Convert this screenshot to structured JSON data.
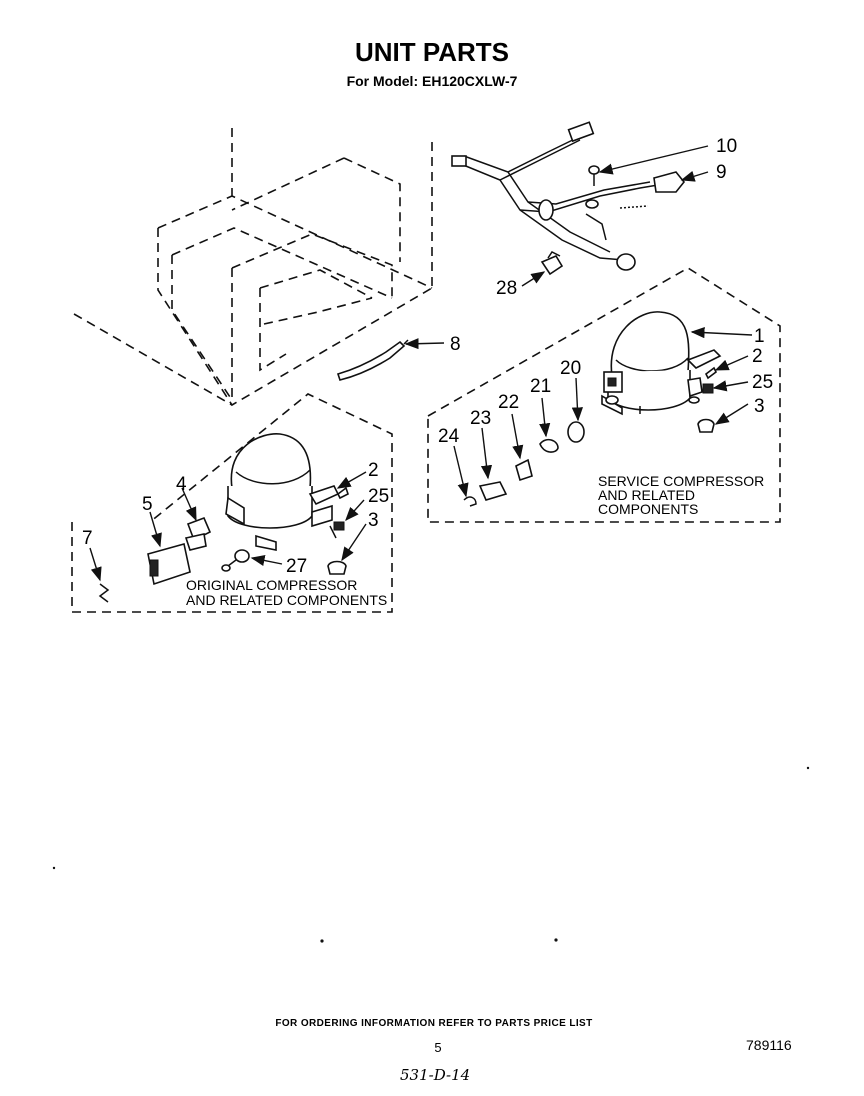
{
  "header": {
    "title": "UNIT PARTS",
    "model_line": "For Model: EH120CXLW-7"
  },
  "callouts": {
    "p10": "10",
    "p9": "9",
    "p28": "28",
    "p8": "8",
    "p1": "1",
    "p2_service": "2",
    "p25_service": "25",
    "p3_service": "3",
    "p20": "20",
    "p21": "21",
    "p22": "22",
    "p23": "23",
    "p24": "24",
    "p2_original": "2",
    "p25_original": "25",
    "p3_original": "3",
    "p4": "4",
    "p5": "5",
    "p7": "7",
    "p27": "27"
  },
  "service_group": {
    "caption_line1": "SERVICE COMPRESSOR",
    "caption_line2": "AND RELATED",
    "caption_line3": "COMPONENTS"
  },
  "original_group": {
    "caption_line1": "ORIGINAL COMPRESSOR",
    "caption_line2": "AND RELATED COMPONENTS"
  },
  "footer": {
    "ordering_note": "FOR ORDERING INFORMATION REFER TO PARTS PRICE LIST",
    "page_number": "5",
    "document_number": "789116",
    "handwritten_note": "531-D-14"
  }
}
